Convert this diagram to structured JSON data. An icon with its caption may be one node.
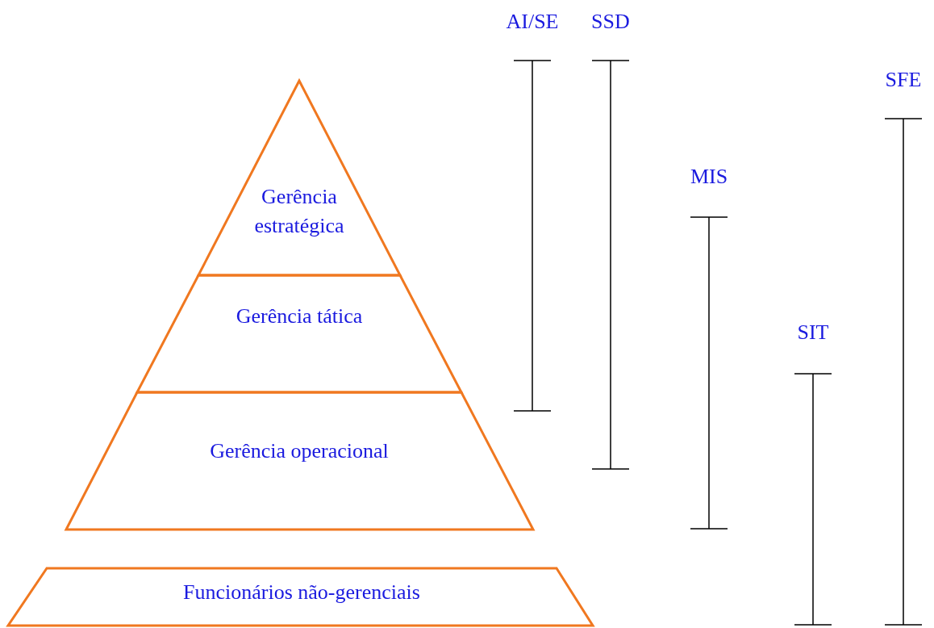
{
  "diagram": {
    "nodes": [
      {
        "text": [
          "Gerência estratégica"
        ]
      },
      {
        "text": [
          "Gerência tática"
        ]
      },
      {
        "text": [
          "Gerência operacional"
        ]
      },
      {
        "text": [
          "Funcionários não-gerenciais"
        ]
      }
    ],
    "labels": [
      "AI/SE",
      "SSD",
      "SFE",
      "MIS",
      "SIT"
    ]
  }
}
